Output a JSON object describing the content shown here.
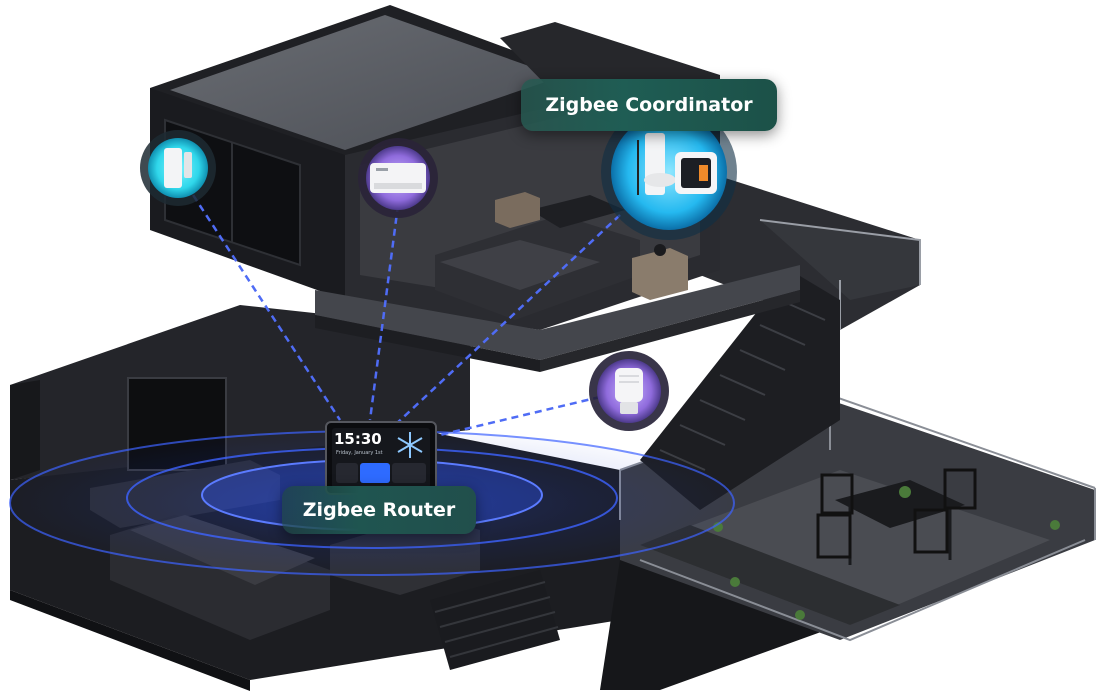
{
  "labels": {
    "coordinator": "Zigbee Coordinator",
    "router": "Zigbee Router"
  },
  "panel": {
    "time": "15:30",
    "date": "Friday, January 1st"
  },
  "device_nodes": [
    {
      "id": "door-sensor",
      "ring_color": "#35e0ee",
      "icon": "door-sensor-icon"
    },
    {
      "id": "smart-switch",
      "ring_color": "#9a78e0",
      "icon": "switch-module-icon"
    },
    {
      "id": "coordinator-hub",
      "ring_color": "#2fc6f2",
      "icon": "hub-gateway-icon"
    },
    {
      "id": "radiator-valve",
      "ring_color": "#8f7de0",
      "icon": "thermostat-valve-icon"
    }
  ],
  "colors": {
    "house_dark": "#1b1c20",
    "house_mid": "#2a2b30",
    "signal_line": "#4f6cf5",
    "router_wave": "#2f5cff"
  }
}
